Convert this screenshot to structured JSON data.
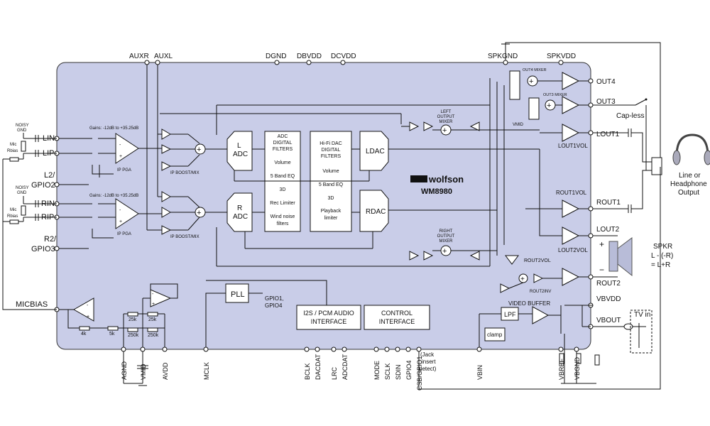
{
  "chip": {
    "logo": "wolfson",
    "part_number": "WM8980",
    "body_color": "#c9cde8"
  },
  "pins_top": [
    "AUXR",
    "AUXL",
    "DGND",
    "DBVDD",
    "DCVDD",
    "SPKGND",
    "SPKVDD"
  ],
  "pins_left": {
    "lin": "LIN",
    "lip": "LIP",
    "l2": "L2/",
    "gpio2": "GPIO2",
    "rin": "RIN",
    "rip": "RIP",
    "r2": "R2/",
    "gpio3": "GPIO3",
    "micbias": "MICBIAS"
  },
  "pins_right": [
    "OUT4",
    "OUT3",
    "LOUT1",
    "ROUT1",
    "LOUT2",
    "ROUT2",
    "VBVDD",
    "VBOUT"
  ],
  "pins_bottom": {
    "agnd": "AGND",
    "vmid": "VMID",
    "avdd": "AVDD",
    "mclk": "MCLK",
    "bclk": "BCLK",
    "dacdat": "DACDAT",
    "lrc": "LRC",
    "adcdat": "ADCDAT",
    "mode": "MODE",
    "sclk": "SCLK",
    "sdin": "SDIN",
    "gpio4": "GPIO4",
    "csb": "CSB/GPIO1",
    "jack1": "(Jack",
    "jack2": "insert",
    "jack3": "detect)",
    "vbin": "VBIN",
    "vbref": "VBREF",
    "vbgnd": "VBGND"
  },
  "external": {
    "noisy1": "NOISY",
    "gnd1": "GND",
    "mic1": "Mic",
    "rbias1": "Rbias",
    "noisy2": "NOISY",
    "gnd2": "GND",
    "mic2": "Mic",
    "rbias2": "Rbias",
    "capless": "Cap-less",
    "line1": "Line or",
    "line2": "Headphone",
    "line3": "Output",
    "spkr": "SPKR",
    "spkr_eq1": "L - (-R)",
    "spkr_eq2": "= L+R",
    "plus": "+",
    "minus": "−",
    "tvin": "TV in"
  },
  "blocks": {
    "gain_top": "Gains: -12dB to +35.25dB",
    "gain_bot": "Gains: -12dB to +35.25dB",
    "ip_pga": "IP PGA",
    "boost": "IP BOOST/MIX",
    "ladc_l1": "L",
    "ladc_l2": "ADC",
    "radc_l1": "R",
    "radc_l2": "ADC",
    "adc_filters": [
      "ADC",
      "DIGITAL",
      "FILTERS",
      "",
      "Volume",
      "",
      "5 Band EQ",
      "",
      "3D",
      "",
      "Rec Limiter",
      "",
      "Wind noise",
      "filters"
    ],
    "dac_filters": [
      "Hi-Fi DAC",
      "DIGITAL",
      "FILTERS",
      "",
      "Volume",
      "",
      "5 Band EQ",
      "",
      "3D",
      "",
      "Playback",
      "limiter"
    ],
    "ldac": "LDAC",
    "rdac": "RDAC",
    "left_mixer": [
      "LEFT",
      "OUTPUT",
      "MIXER"
    ],
    "right_mixer": [
      "RIGHT",
      "OUTPUT",
      "MIXER"
    ],
    "out4_mixer": "OUT4 MIXER",
    "out3_mixer": "OUT3 MIXER",
    "vmid": "VMID",
    "lout1vol": "LOUT1VOL",
    "rout1vol": "ROUT1VOL",
    "lout2vol": "LOUT2VOL",
    "rout2vol": "ROUT2VOL",
    "rout2inv": "ROUT2INV",
    "pll": "PLL",
    "gpio1": "GPIO1,",
    "gpio4": "GPIO4",
    "i2s_1": "I2S / PCM AUDIO",
    "i2s_2": "INTERFACE",
    "ctrl_1": "CONTROL",
    "ctrl_2": "INTERFACE",
    "video_buffer": "VIDEO BUFFER",
    "lpf": "LPF",
    "clamp": "clamp",
    "r4k": "4k",
    "r5k": "5k",
    "r25k_a": "25k",
    "r25k_b": "25k",
    "r250k_a": "250k",
    "r250k_b": "250k"
  }
}
